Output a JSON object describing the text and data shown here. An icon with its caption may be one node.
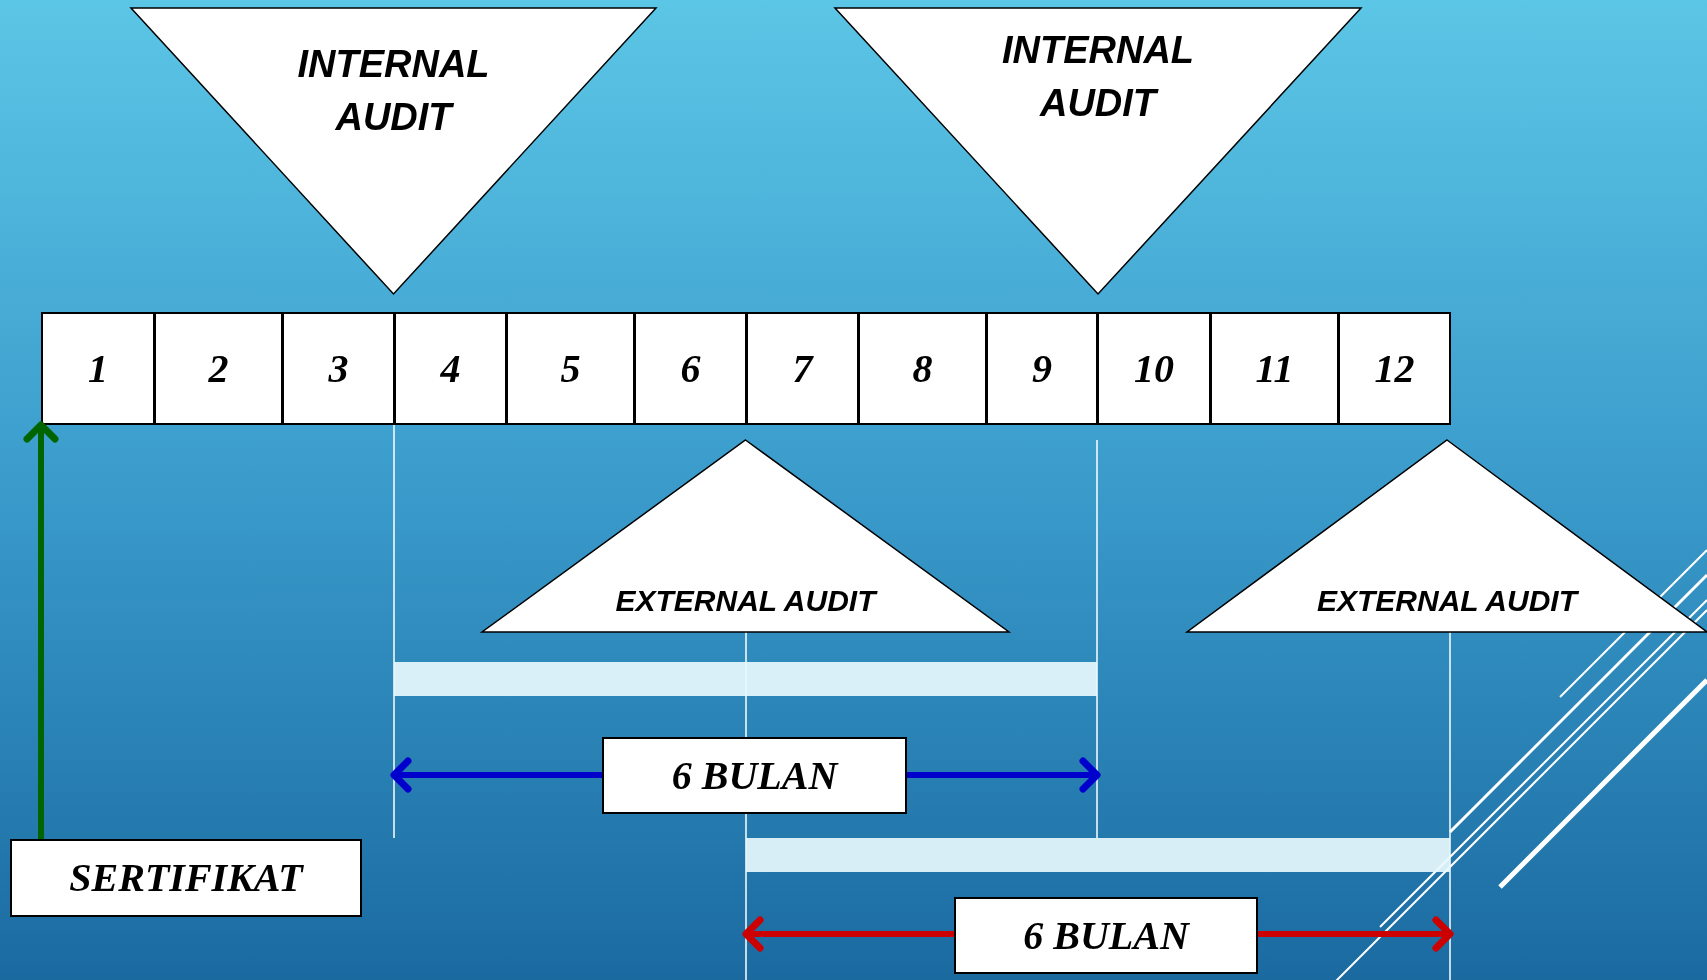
{
  "diagram": {
    "nodes": [
      {
        "text": [
          "INTERNAL AUDIT"
        ]
      },
      {
        "text": [
          "INTERNAL AUDIT"
        ]
      },
      {
        "text": [
          "1"
        ]
      },
      {
        "text": [
          "2"
        ]
      },
      {
        "text": [
          "3"
        ]
      },
      {
        "text": [
          "4"
        ]
      },
      {
        "text": [
          "5"
        ]
      },
      {
        "text": [
          "6"
        ]
      },
      {
        "text": [
          "7"
        ]
      },
      {
        "text": [
          "8"
        ]
      },
      {
        "text": [
          "9"
        ]
      },
      {
        "text": [
          "10"
        ]
      },
      {
        "text": [
          "11"
        ]
      },
      {
        "text": [
          "12"
        ]
      },
      {
        "text": [
          "EXTERNAL AUDIT"
        ]
      },
      {
        "text": [
          "EXTERNAL AUDIT"
        ]
      },
      {
        "text": [
          "6 BULAN"
        ]
      },
      {
        "text": [
          "6 BULAN"
        ]
      },
      {
        "text": [
          "SERTIFIKAT"
        ]
      },
      {
        "text": [],
        "shape": "bar"
      },
      {
        "text": [],
        "shape": "bar"
      }
    ],
    "edges": [
      {
        "from": 18,
        "to": 2,
        "arrow": "to",
        "color": "#006400"
      },
      {
        "from": 16,
        "to": null,
        "arrow": "to",
        "color": "#0000cc"
      },
      {
        "from": 16,
        "to": null,
        "arrow": "to",
        "color": "#0000cc"
      },
      {
        "from": 17,
        "to": null,
        "arrow": "to",
        "color": "#cc0000"
      },
      {
        "from": 17,
        "to": null,
        "arrow": "to",
        "color": "#cc0000"
      }
    ]
  }
}
